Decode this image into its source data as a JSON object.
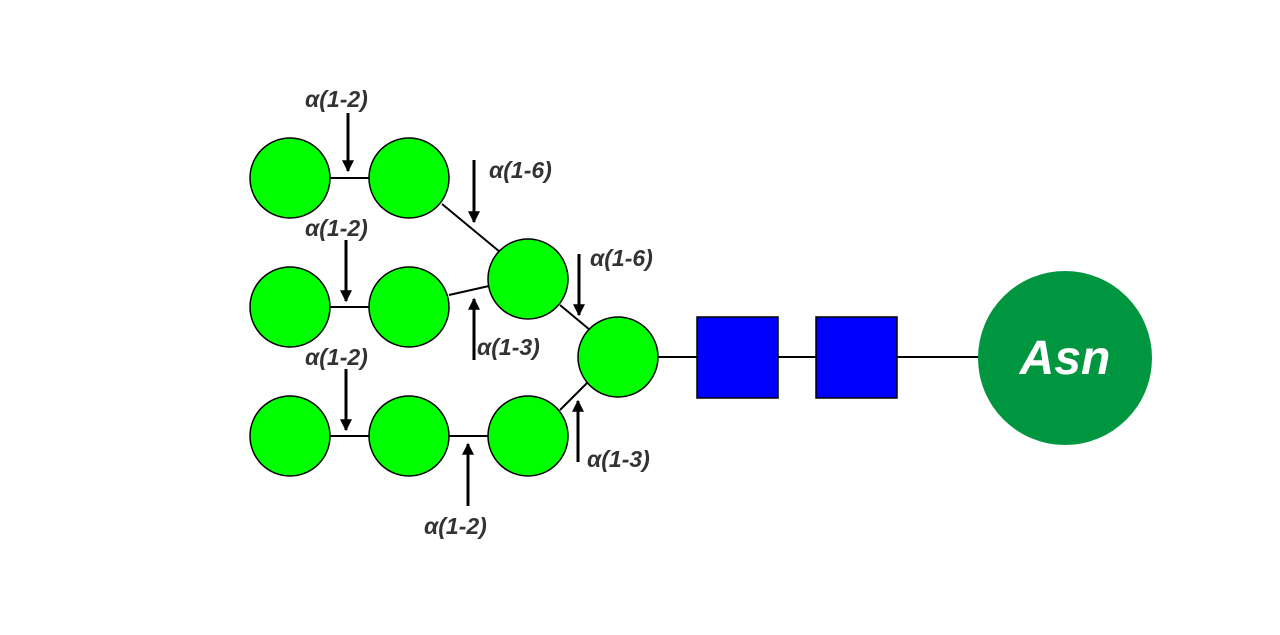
{
  "colors": {
    "mannose": "#00ff00",
    "glcnac": "#0000ff",
    "asn": "#00963f",
    "line": "#000000",
    "label": "#333333"
  },
  "linkages": {
    "a12_top": "α(1-2)",
    "a12_mid": "α(1-2)",
    "a12_low": "α(1-2)",
    "a12_bottom": "α(1-2)",
    "a16_upper": "α(1-6)",
    "a13_upper": "α(1-3)",
    "a16_core": "α(1-6)",
    "a13_core": "α(1-3)"
  },
  "residues": {
    "mannose": [
      "Man",
      "Man",
      "Man",
      "Man",
      "Man",
      "Man",
      "Man",
      "Man",
      "Man"
    ],
    "glcnac": [
      "GlcNAc",
      "GlcNAc"
    ],
    "asn": "Asn"
  }
}
